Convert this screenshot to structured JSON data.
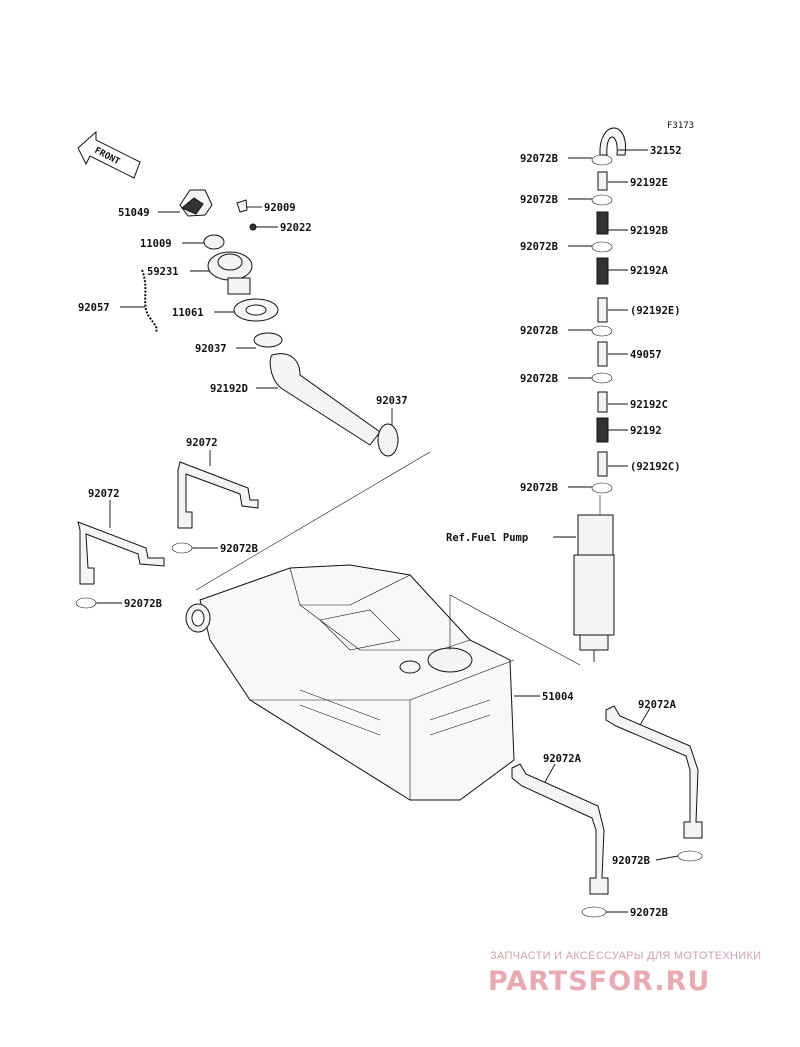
{
  "figure_id": "F3173",
  "front_label": "FRONT",
  "ref_label": "Ref.Fuel Pump",
  "callouts": {
    "c32152": "32152",
    "c92072B_1": "92072B",
    "c92192E": "92192E",
    "c92072B_2": "92072B",
    "c92192B": "92192B",
    "c92072B_3": "92072B",
    "c92192A": "92192A",
    "c92192E_ref": "(92192E)",
    "c92072B_4": "92072B",
    "c49057": "49057",
    "c92072B_5": "92072B",
    "c92192C": "92192C",
    "c92192": "92192",
    "c92192C_ref": "(92192C)",
    "c92072B_6": "92072B",
    "c51049": "51049",
    "c92009": "92009",
    "c92022": "92022",
    "c11009": "11009",
    "c59231": "59231",
    "c92057": "92057",
    "c11061": "11061",
    "c92037_a": "92037",
    "c92192D": "92192D",
    "c92037_b": "92037",
    "c92072_a": "92072",
    "c92072_b": "92072",
    "c92072B_7": "92072B",
    "c92072B_8": "92072B",
    "c51004": "51004",
    "c92072A_a": "92072A",
    "c92072A_b": "92072A",
    "c92072B_9": "92072B",
    "c92072B_10": "92072B"
  },
  "watermark": {
    "tagline": "ЗАПЧАСТИ И АКСЕССУАРЫ ДЛЯ МОТОТЕХНИКИ",
    "logo": "PARTSFOR.RU"
  }
}
